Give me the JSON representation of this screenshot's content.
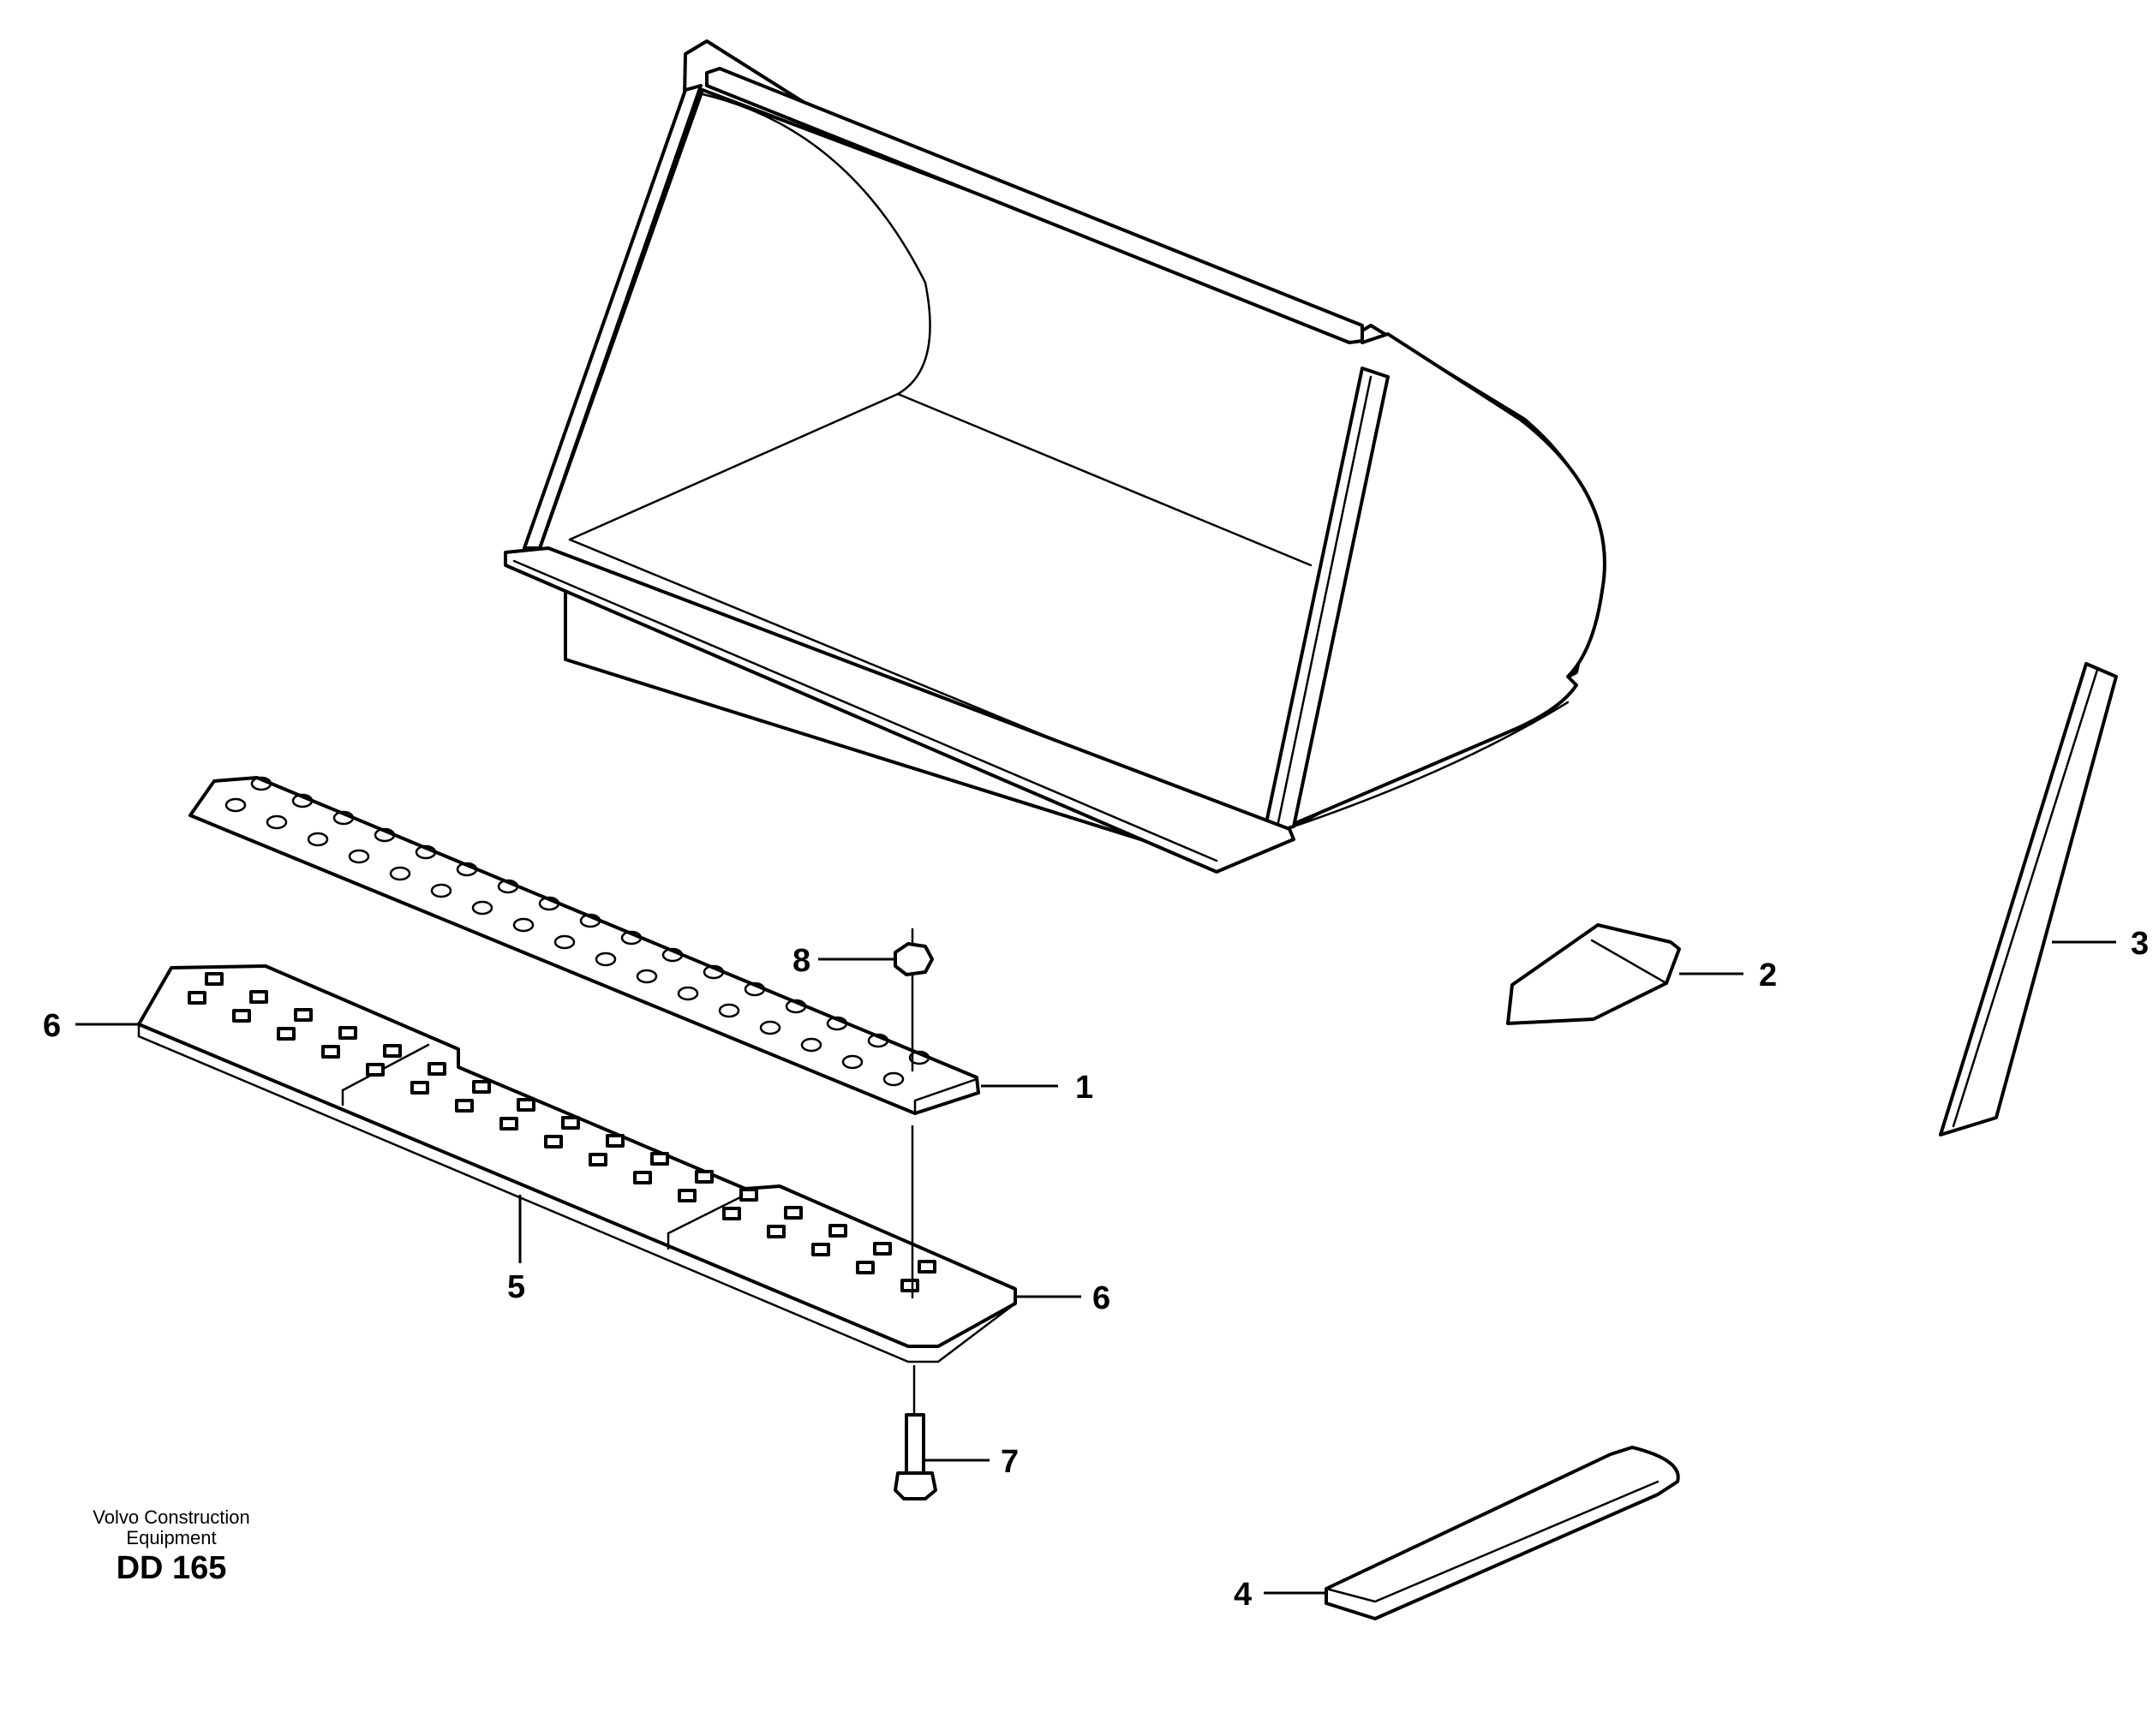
{
  "brand": {
    "line1": "Volvo Construction",
    "line2": "Equipment"
  },
  "document_code": "DD 165",
  "callouts": {
    "c1": "1",
    "c2": "2",
    "c3": "3",
    "c4": "4",
    "c5": "5",
    "c6a": "6",
    "c6b": "6",
    "c7": "7",
    "c8": "8"
  }
}
